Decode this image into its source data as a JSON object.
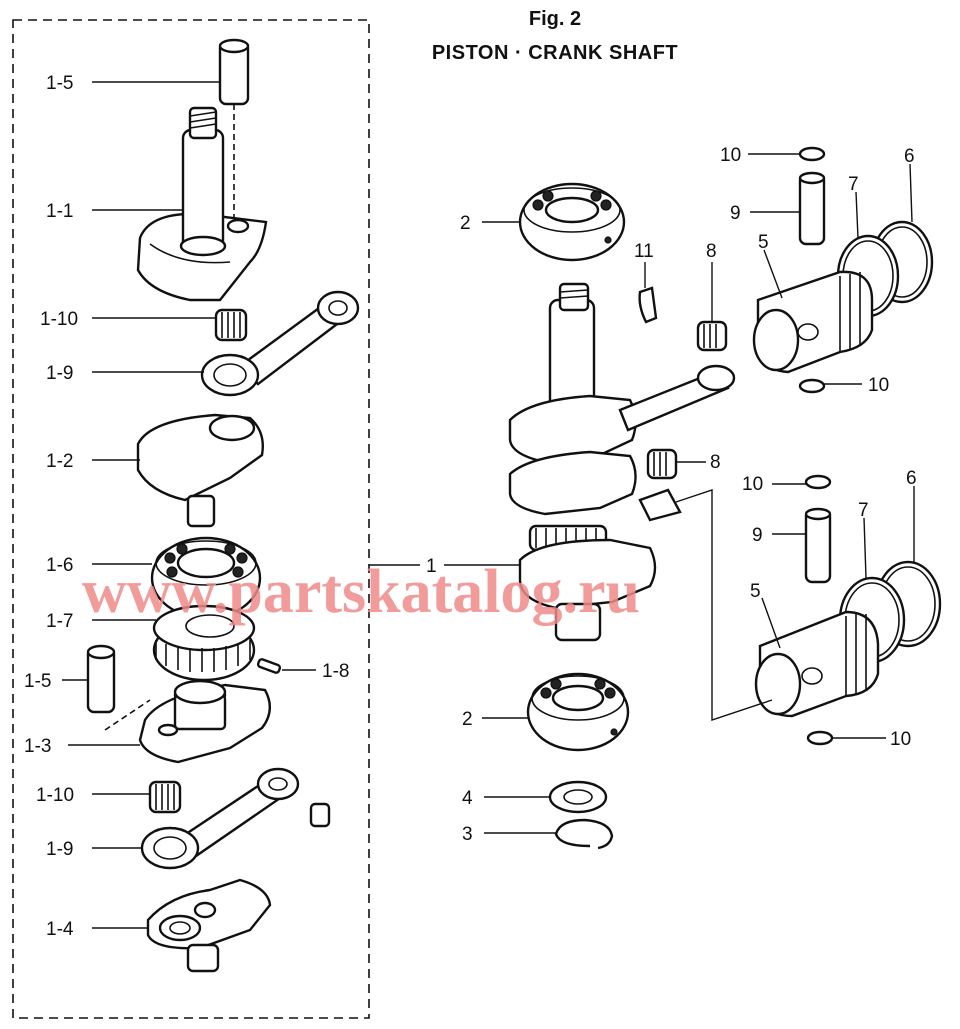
{
  "figure": {
    "number_label": "Fig. 2",
    "title": "PISTON · CRANK SHAFT"
  },
  "watermark": "www.partskatalog.ru",
  "callouts": {
    "c1_5a": "1-5",
    "c1_1": "1-1",
    "c1_10a": "1-10",
    "c1_9a": "1-9",
    "c1_2": "1-2",
    "c1_6": "1-6",
    "c1_7": "1-7",
    "c1_5b": "1-5",
    "c1_8": "1-8",
    "c1_3": "1-3",
    "c1_10b": "1-10",
    "c1_9b": "1-9",
    "c1_4": "1-4",
    "c1": "1",
    "c2a": "2",
    "c2b": "2",
    "c3": "3",
    "c4": "4",
    "c11": "11",
    "c8a": "8",
    "c8b": "8",
    "c10a": "10",
    "c10b": "10",
    "c10c": "10",
    "c10d": "10",
    "c9a": "9",
    "c9b": "9",
    "c5a": "5",
    "c5b": "5",
    "c6a": "6",
    "c6b": "6",
    "c7a": "7",
    "c7b": "7"
  }
}
